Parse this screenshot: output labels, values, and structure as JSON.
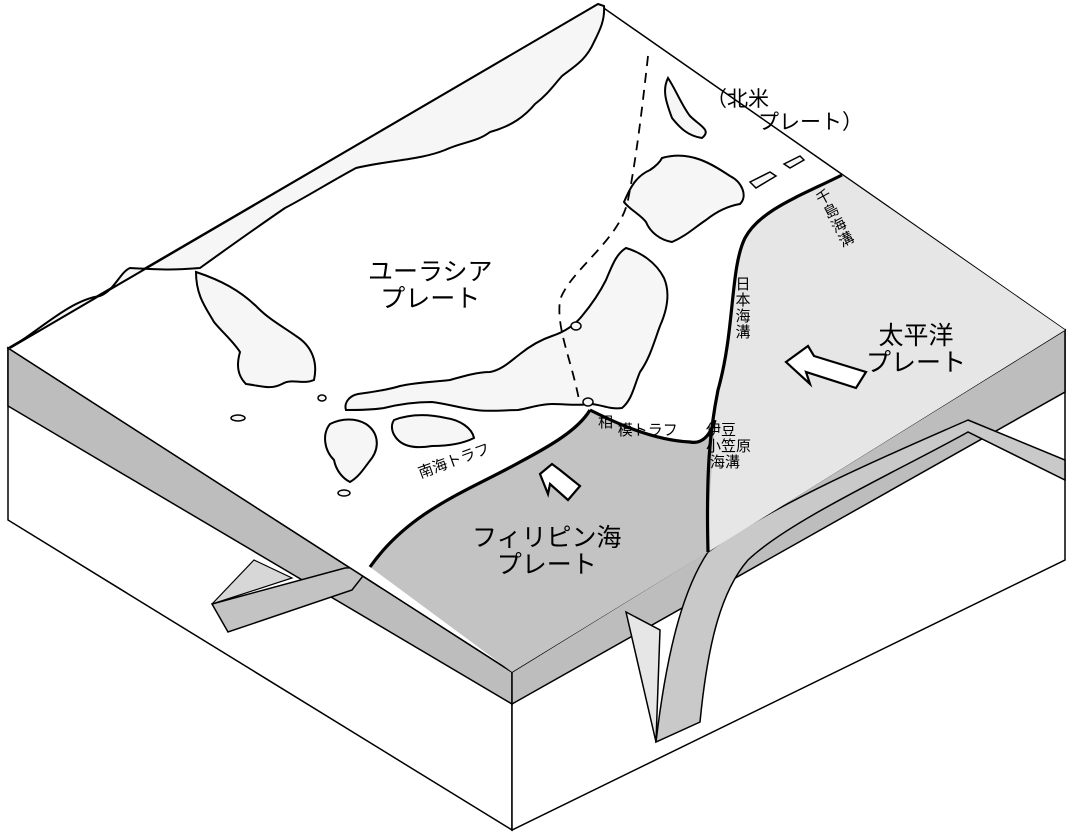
{
  "colors": {
    "land": "#f6f6f6",
    "pacific_plate": "#e6e6e6",
    "philippine_plate": "#c3c3c3",
    "block_side_light": "#ffffff",
    "block_side_dark": "#bdbdbd",
    "outline": "#000000"
  },
  "plates": {
    "eurasian": [
      "ユーラシア",
      "プレート"
    ],
    "north_american": [
      "（北米",
      "プレート）"
    ],
    "pacific": [
      "太平洋",
      "プレート"
    ],
    "philippine": [
      "フィリピン海",
      "プレート"
    ]
  },
  "trenches": {
    "kuril": "千島海溝",
    "japan": "日本海溝",
    "izu_ogasawara": [
      "伊豆",
      "小笠原",
      "海溝"
    ],
    "sagami": [
      "相",
      "模トラフ"
    ],
    "nankai": "南海トラフ"
  },
  "arrows": [
    {
      "name": "pacific-plate-motion-arrow",
      "direction": "west"
    },
    {
      "name": "philippine-plate-motion-arrow",
      "direction": "northwest"
    }
  ]
}
